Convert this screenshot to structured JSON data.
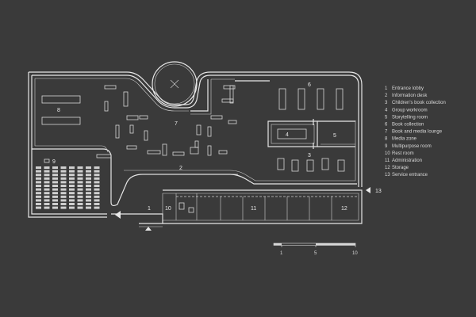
{
  "legend": [
    {
      "num": "1",
      "label": "Entrance lobby"
    },
    {
      "num": "2",
      "label": "Information desk"
    },
    {
      "num": "3",
      "label": "Children's book collection"
    },
    {
      "num": "4",
      "label": "Group workroom"
    },
    {
      "num": "5",
      "label": "Storytelling room"
    },
    {
      "num": "6",
      "label": "Book collection"
    },
    {
      "num": "7",
      "label": "Book and media lounge"
    },
    {
      "num": "8",
      "label": "Media zone"
    },
    {
      "num": "9",
      "label": "Multipurpose room"
    },
    {
      "num": "10",
      "label": "Rest room"
    },
    {
      "num": "11",
      "label": "Administration"
    },
    {
      "num": "12",
      "label": "Storage"
    },
    {
      "num": "13",
      "label": "Service entrance"
    }
  ],
  "rooms": {
    "r1": "1",
    "r2": "2",
    "r3": "3",
    "r4": "4",
    "r5": "5",
    "r6": "6",
    "r7": "7",
    "r8": "8",
    "r9": "9",
    "r10": "10",
    "r11": "11",
    "r12": "12",
    "r13": "13"
  },
  "scale": {
    "s1": "1",
    "s5": "5",
    "s10": "10"
  },
  "colors": {
    "background": "#3a3a3a",
    "lines": "#e6e6e6"
  }
}
